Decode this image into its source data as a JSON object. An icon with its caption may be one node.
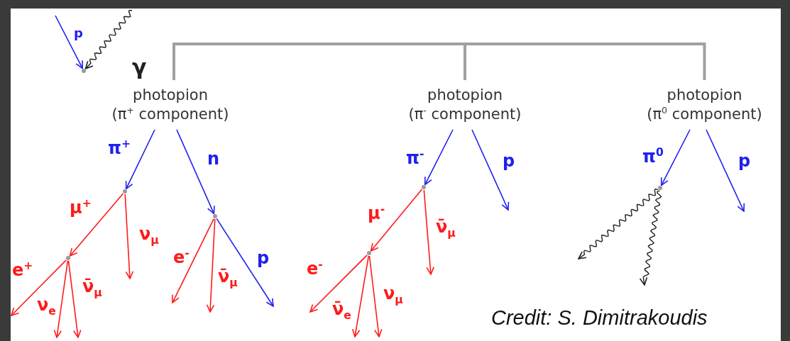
{
  "diagram": {
    "nodes": [
      {
        "text": [],
        "shape": "circle"
      },
      {
        "text": [
          "photopion",
          "(π$^{+}$ component)"
        ]
      },
      {
        "text": [
          "photopion",
          "(π$^{-}$ component)"
        ]
      },
      {
        "text": [
          "photopion",
          "(π$^{0}$ component)"
        ]
      },
      {
        "text": [],
        "shape": "circle"
      },
      {
        "text": [],
        "shape": "circle"
      },
      {
        "text": [],
        "shape": "circle"
      },
      {
        "text": [],
        "shape": "circle"
      },
      {
        "text": [],
        "shape": "circle"
      },
      {
        "text": [],
        "shape": "circle"
      }
    ],
    "edges": [
      {
        "from": null,
        "to": 0,
        "arrow": "to",
        "label": "p",
        "color": "#2020f0"
      },
      {
        "from": null,
        "to": 0,
        "arrow": "to",
        "label": "γ",
        "color": "#202020"
      },
      {
        "from": 1,
        "to": 2,
        "arrow": "none",
        "color": "#a0a0a0",
        "style": "thick"
      },
      {
        "from": 1,
        "to": 3,
        "arrow": "none",
        "color": "#a0a0a0",
        "style": "thick"
      },
      {
        "from": 1,
        "to": 4,
        "arrow": "to",
        "label": "π$^{+}$",
        "color": "#2020f0"
      },
      {
        "from": 1,
        "to": 5,
        "arrow": "to",
        "label": "n",
        "color": "#2020f0"
      },
      {
        "from": 4,
        "to": 6,
        "arrow": "to",
        "label": "μ$^{+}$"
      },
      {
        "from": 4,
        "to": null,
        "arrow": "to",
        "label": "ν$_{μ}$"
      },
      {
        "from": 6,
        "to": null,
        "arrow": "to",
        "label": "e$^{+}$"
      },
      {
        "from": 6,
        "to": null,
        "arrow": "to",
        "label": "ν$_{e}$"
      },
      {
        "from": 6,
        "to": null,
        "arrow": "to",
        "label": "ν̄$_{μ}$"
      },
      {
        "from": 5,
        "to": null,
        "arrow": "to",
        "label": "e$^{-}$"
      },
      {
        "from": 5,
        "to": null,
        "arrow": "to",
        "label": "ν̄$_{μ}$"
      },
      {
        "from": 5,
        "to": null,
        "arrow": "to",
        "label": "p",
        "color": "#2020f0"
      },
      {
        "from": 2,
        "to": 7,
        "arrow": "to",
        "label": "π$^{-}$",
        "color": "#2020f0"
      },
      {
        "from": 2,
        "to": null,
        "arrow": "to",
        "label": "p",
        "color": "#2020f0"
      },
      {
        "from": 7,
        "to": 8,
        "arrow": "to",
        "label": "μ$^{-}$"
      },
      {
        "from": 7,
        "to": null,
        "arrow": "to",
        "label": "ν̄$_{μ}$"
      },
      {
        "from": 8,
        "to": null,
        "arrow": "to",
        "label": "e$^{-}$"
      },
      {
        "from": 8,
        "to": null,
        "arrow": "to",
        "label": "ν̄$_{e}$"
      },
      {
        "from": 8,
        "to": null,
        "arrow": "to",
        "label": "ν$_{μ}$"
      },
      {
        "from": 3,
        "to": 9,
        "arrow": "to",
        "label": "π$^{0}$",
        "color": "#2020f0"
      },
      {
        "from": 3,
        "to": null,
        "arrow": "to",
        "label": "p",
        "color": "#2020f0"
      },
      {
        "from": 9,
        "to": null,
        "arrow": "to",
        "color": "#202020"
      },
      {
        "from": 9,
        "to": null,
        "arrow": "to",
        "color": "#202020"
      }
    ],
    "labels": [
      "Credit: S. Dimitrakoudis"
    ]
  }
}
